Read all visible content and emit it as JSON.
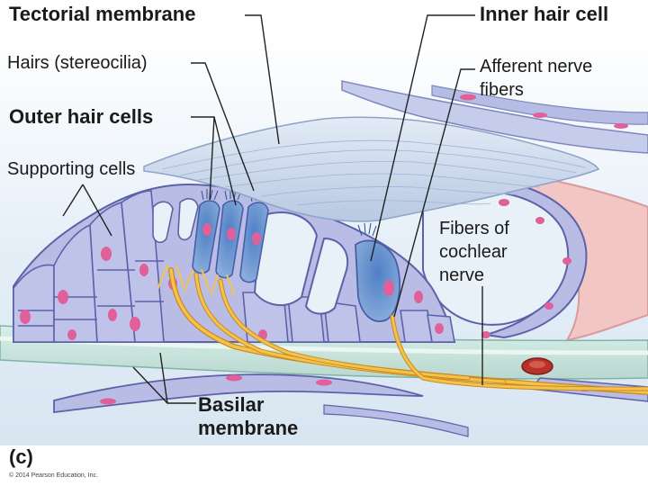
{
  "labels": {
    "tectorial_membrane": "Tectorial membrane",
    "hairs": "Hairs (stereocilia)",
    "outer_hair_cells": "Outer hair cells",
    "supporting_cells": "Supporting cells",
    "inner_hair_cell": "Inner hair cell",
    "afferent_line1": "Afferent nerve",
    "afferent_line2": "fibers",
    "cochlear_line1": "Fibers of",
    "cochlear_line2": "cochlear",
    "cochlear_line3": "nerve",
    "basilar_line1": "Basilar",
    "basilar_line2": "membrane",
    "panel": "(c)",
    "copyright": "© 2014 Pearson Education, Inc."
  },
  "colors": {
    "background_tint": "#dce9f3",
    "cell_fill": "#b9bde6",
    "cell_outline": "#5d62a8",
    "nucleus": "#e1609a",
    "hair_cell": "#6f98cf",
    "tectorial": "#c9d7ea",
    "nerve": "#f0b23a",
    "basilar": "#c9e3dc",
    "vessel": "#c0392b",
    "pink_tissue": "#f1c3c0"
  }
}
